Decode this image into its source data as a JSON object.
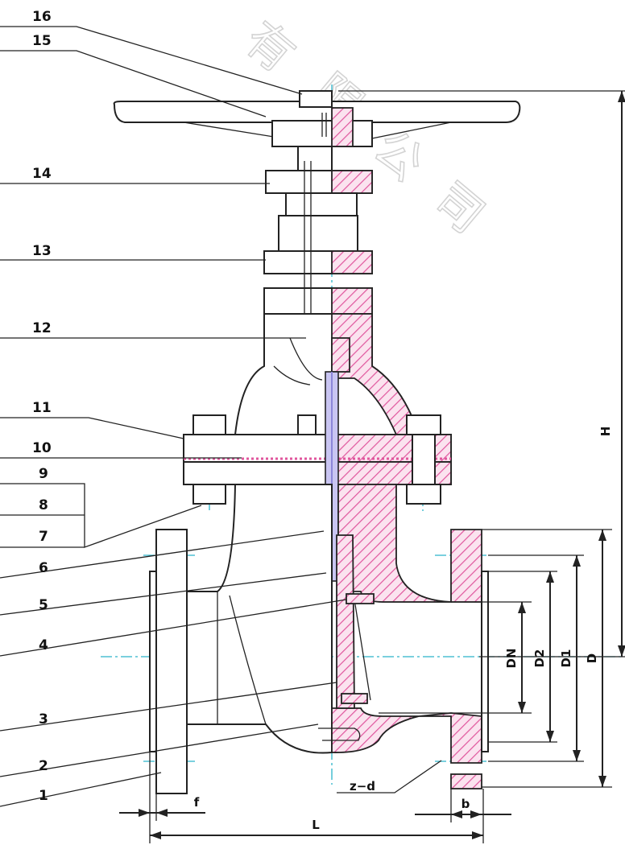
{
  "part_numbers": [
    "16",
    "15",
    "14",
    "13",
    "12",
    "11",
    "10",
    "9",
    "8",
    "7",
    "6",
    "5",
    "4",
    "3",
    "2",
    "1"
  ],
  "dimensions": {
    "H": "H",
    "D": "D",
    "D1": "D1",
    "D2": "D2",
    "DN": "DN",
    "L": "L",
    "f": "f",
    "b": "b",
    "z_d": "z−d"
  },
  "colors": {
    "hatch": "#e0569d",
    "centerline": "#2bb3c9",
    "stem": "#8c86d8",
    "line": "#222222"
  }
}
